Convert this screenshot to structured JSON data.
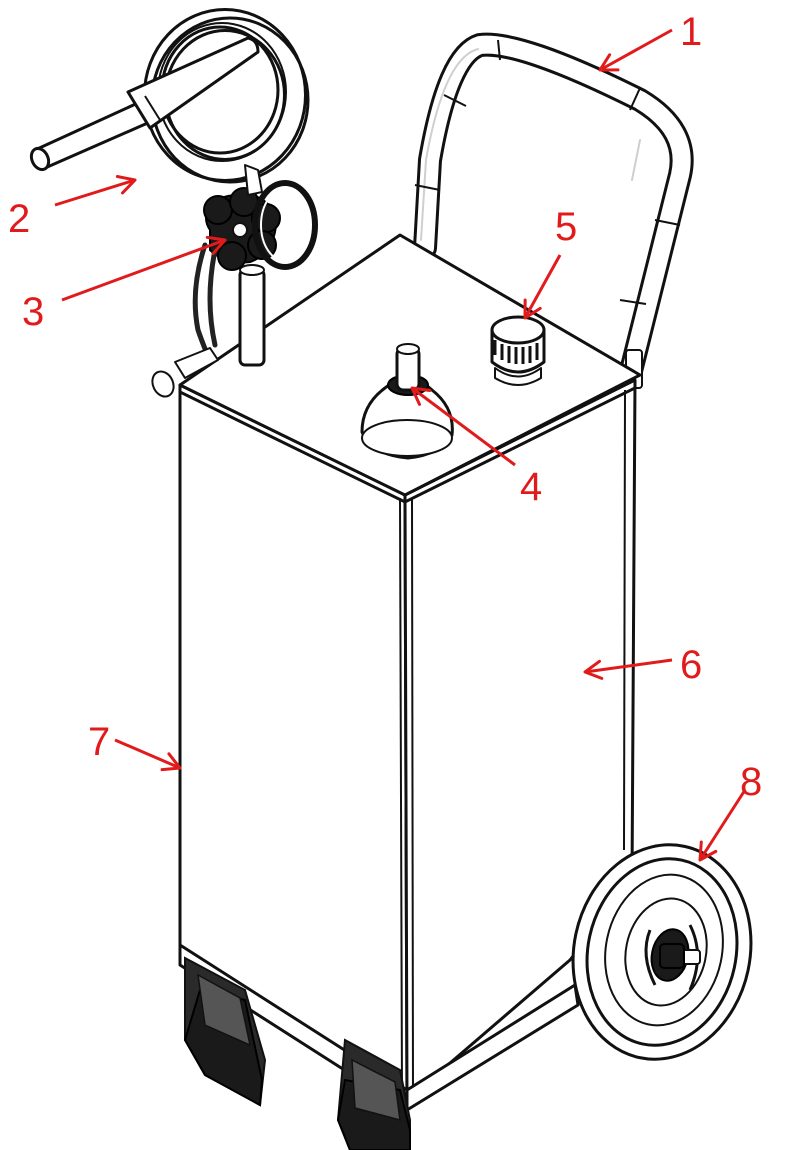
{
  "colors": {
    "callout": "#e11b1b",
    "outline": "#111111",
    "body": "#ffffff"
  },
  "callouts": [
    {
      "label": "1",
      "part": "handle"
    },
    {
      "label": "2",
      "part": "hose-coil"
    },
    {
      "label": "3",
      "part": "hand-pump"
    },
    {
      "label": "4",
      "part": "center-fitting"
    },
    {
      "label": "5",
      "part": "fill-cap"
    },
    {
      "label": "6",
      "part": "tank-body"
    },
    {
      "label": "7",
      "part": "front-foot"
    },
    {
      "label": "8",
      "part": "wheel"
    }
  ]
}
